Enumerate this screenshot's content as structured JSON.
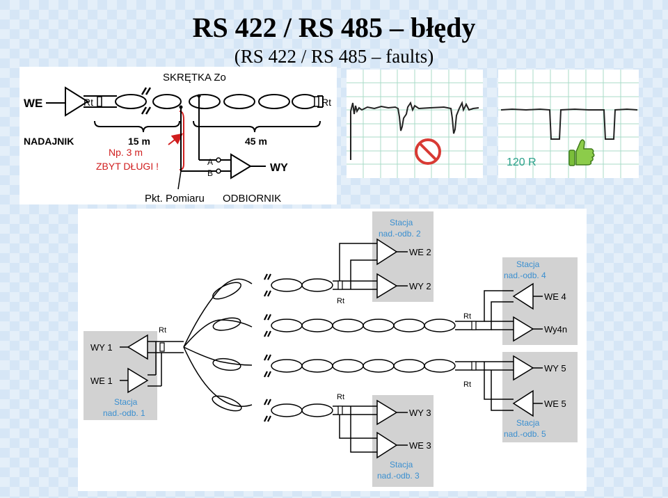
{
  "title": "RS 422 / RS 485 – błędy",
  "subtitle": "(RS 422 / RS 485 – faults)",
  "top_diagram": {
    "label_we": "WE",
    "label_rt_left": "Rt",
    "label_rt_right": "Rt",
    "label_skretka": "SKRĘTKA Zo",
    "label_nadajnik": "NADAJNIK",
    "label_15m": "15 m",
    "label_45m": "45 m",
    "label_np3m": "Np. 3 m",
    "label_zbyt_dlugi": "ZBYT DŁUGI !",
    "label_a": "A",
    "label_b": "B",
    "label_wy": "WY",
    "label_pkt_pomiaru": "Pkt. Pomiaru",
    "label_odbiornik": "ODBIORNIK"
  },
  "scope_bad": {
    "verdict_icon": "prohibited-icon"
  },
  "scope_good": {
    "label_120r": "120 R",
    "verdict_icon": "thumbs-up-icon"
  },
  "network": {
    "station1": {
      "name_line1": "Stacja",
      "name_line2": "nad.-odb. 1",
      "wy": "WY 1",
      "we": "WE 1"
    },
    "station2": {
      "name_line1": "Stacja",
      "name_line2": "nad.-odb. 2",
      "we": "WE 2",
      "wy": "WY 2"
    },
    "station3": {
      "name_line1": "Stacja",
      "name_line2": "nad.-odb. 3",
      "wy": "WY 3",
      "we": "WE 3"
    },
    "station4": {
      "name_line1": "Stacja",
      "name_line2": "nad.-odb. 4",
      "we": "WE 4",
      "wy": "Wy4n"
    },
    "station5": {
      "name_line1": "Stacja",
      "name_line2": "nad.-odb. 5",
      "wy": "WY 5",
      "we": "WE 5"
    },
    "rt_labels": [
      "Rt",
      "Rt",
      "Rt",
      "Rt",
      "Rt"
    ]
  }
}
